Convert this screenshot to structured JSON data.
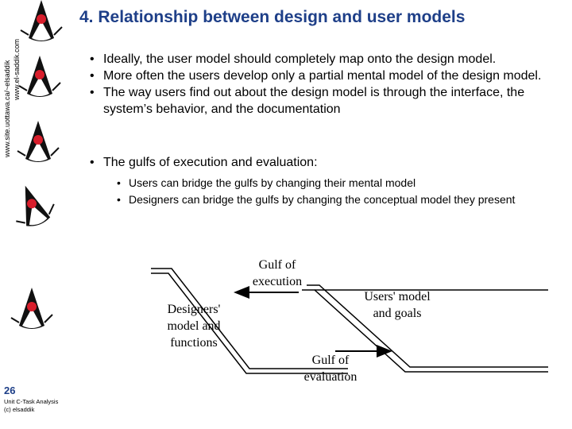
{
  "slide": {
    "title": "4. Relationship between design and user models",
    "side_urls": [
      "www.site.uottawa.ca/~elsaddik",
      "www.el-saddik.com"
    ],
    "slide_number": "26",
    "footer_lines": [
      "Unit C-Task Analysis",
      "(c) elsaddik"
    ]
  },
  "bullets": [
    "Ideally, the user model should completely map onto the design model.",
    "More often the users develop only a partial mental model of the design model.",
    "The way users find out about the design model is through the interface, the system’s behavior, and the documentation"
  ],
  "bullets2": [
    "The gulfs of execution and evaluation:"
  ],
  "sub_bullets": [
    "Users can bridge the gulfs by changing their mental model",
    "Designers can bridge the gulfs by changing the conceptual model they present"
  ],
  "diagram": {
    "gulf_execution": "Gulf of execution",
    "designers_model": "Designers' model and functions",
    "users_model": "Users' model and goals",
    "gulf_evaluation": "Gulf of evaluation"
  },
  "colors": {
    "title": "#1e3f88",
    "mascot_nose": "#d81e2c"
  },
  "icons": [
    "duke-mascot-icon"
  ]
}
